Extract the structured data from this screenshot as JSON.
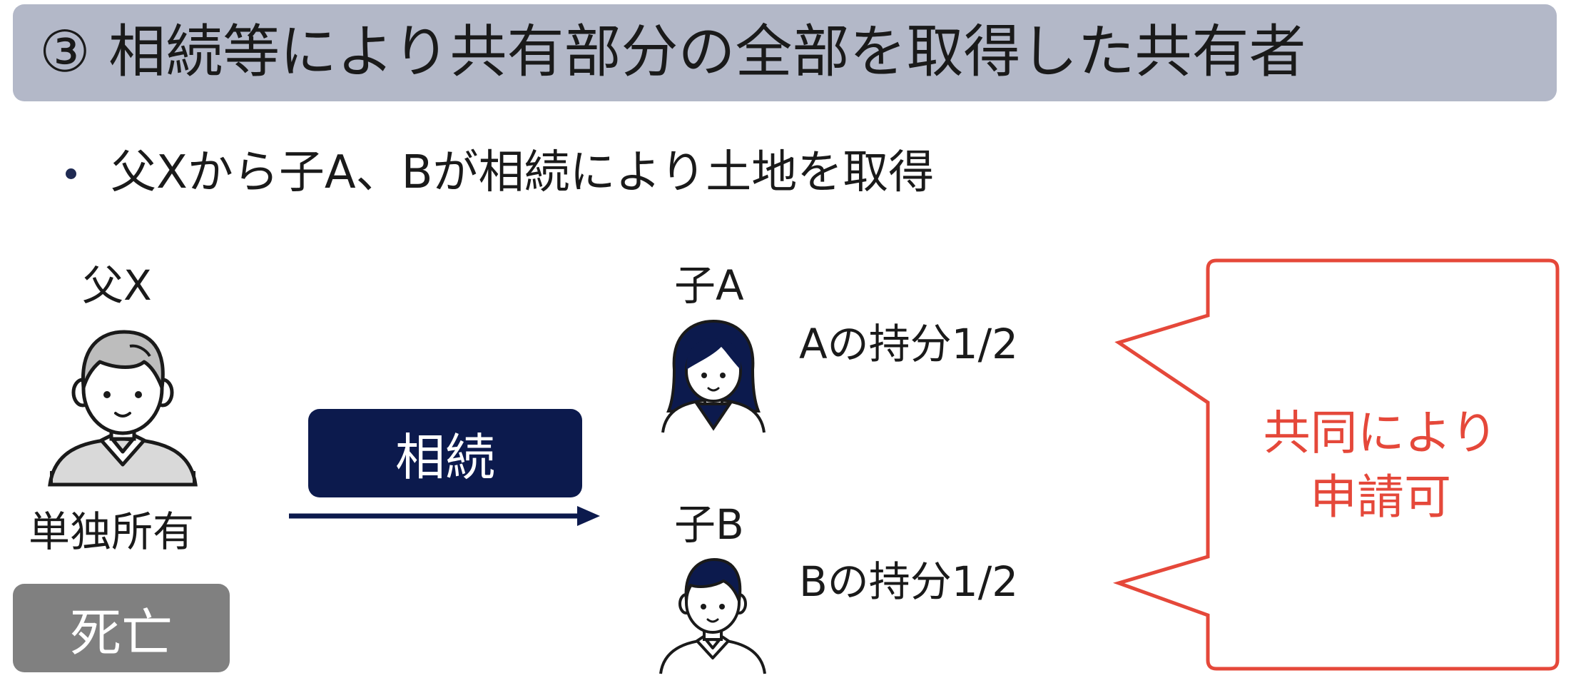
{
  "title": "③ 相続等により共有部分の全部を取得した共有者",
  "bullet": "父Xから子A、Bが相続により土地を取得",
  "father": {
    "label": "父X",
    "ownership": "単独所有",
    "status_badge": "死亡"
  },
  "inheritance_badge": "相続",
  "children": [
    {
      "label": "子A",
      "share": "Aの持分1/2"
    },
    {
      "label": "子B",
      "share": "Bの持分1/2"
    }
  ],
  "callout": {
    "line1": "共同により",
    "line2": "申請可"
  },
  "colors": {
    "title_bar": "#b3b8c8",
    "navy": "#0c1a4d",
    "badge_gray": "#808080",
    "callout_red": "#e5483a"
  },
  "icons": [
    "father-avatar-icon",
    "daughter-avatar-icon",
    "son-avatar-icon",
    "arrow-right-icon"
  ]
}
